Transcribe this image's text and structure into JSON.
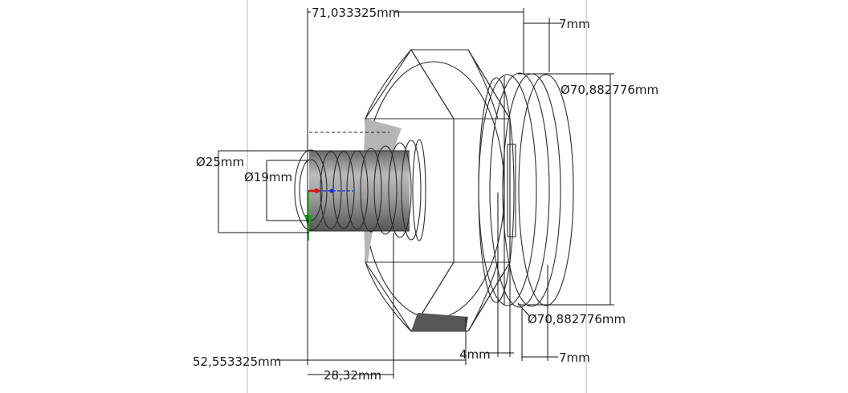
{
  "dimensions": {
    "overall_length": "71,033325mm",
    "flange_width_top": "7mm",
    "flange_diameter_top": "Ø70,882776mm",
    "tube_outer_diameter": "Ø25mm",
    "tube_inner_diameter": "Ø19mm",
    "flange_diameter_bottom": "Ø70,882776mm",
    "hex_to_end_length": "52,553325mm",
    "barb_length": "28,32mm",
    "gap_width": "4mm",
    "flange_width_bottom": "7mm"
  },
  "colors": {
    "part_light": "#b0b0b0",
    "part_mid": "#8f8f8f",
    "part_dark": "#5e5e5e",
    "axis_x": "#e01010",
    "axis_y": "#1aa01a",
    "axis_z": "#1030e0"
  }
}
